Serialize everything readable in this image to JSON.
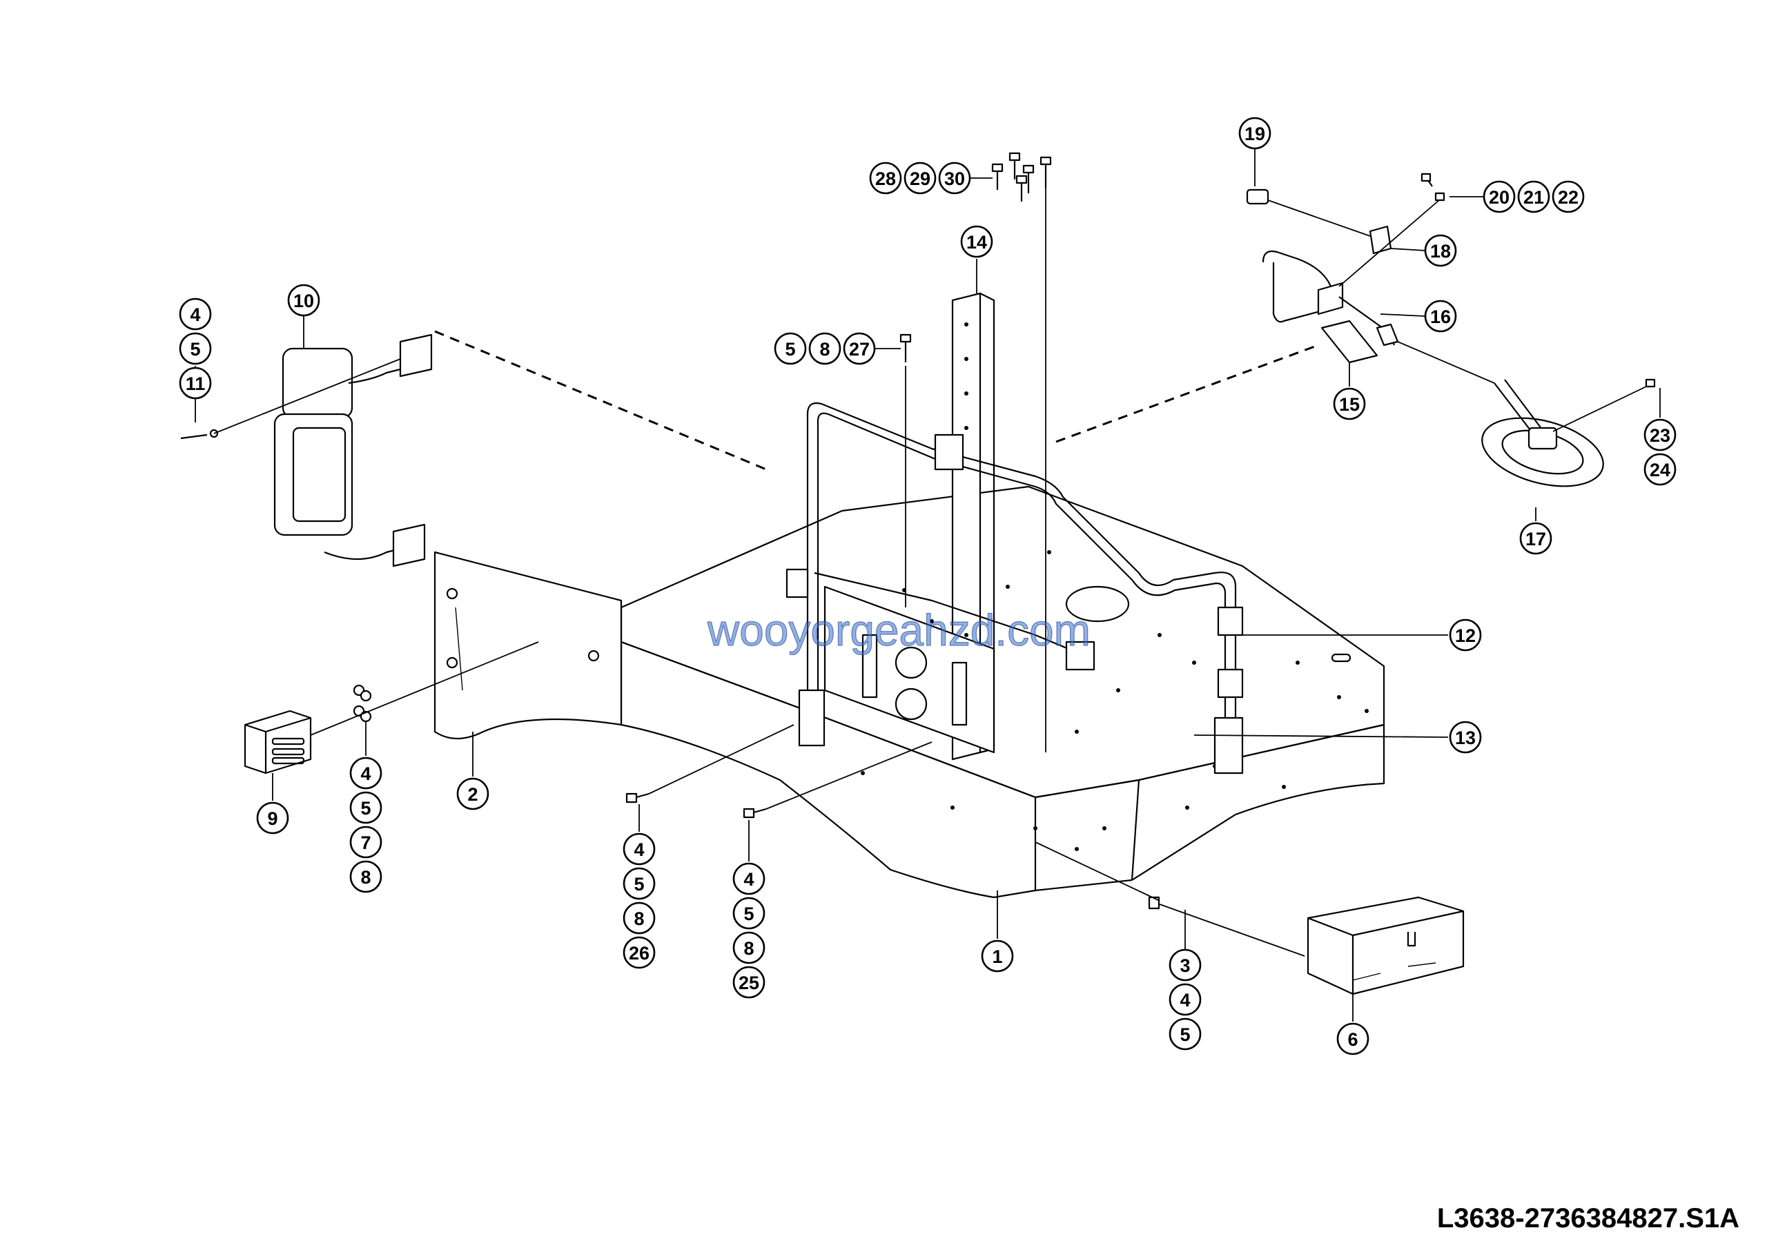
{
  "drawing_code": "L3638-2736384827.S1A",
  "watermark": "wooyorgeahzd.com",
  "callouts": [
    {
      "id": "c1",
      "label": "1"
    },
    {
      "id": "c2",
      "label": "2"
    },
    {
      "id": "c3",
      "label": "3"
    },
    {
      "id": "c4a",
      "label": "4"
    },
    {
      "id": "c5a",
      "label": "5"
    },
    {
      "id": "c11",
      "label": "11"
    },
    {
      "id": "c10",
      "label": "10"
    },
    {
      "id": "c4b",
      "label": "4"
    },
    {
      "id": "c5b",
      "label": "5"
    },
    {
      "id": "c7",
      "label": "7"
    },
    {
      "id": "c8b",
      "label": "8"
    },
    {
      "id": "c9",
      "label": "9"
    },
    {
      "id": "c4c",
      "label": "4"
    },
    {
      "id": "c5c",
      "label": "5"
    },
    {
      "id": "c8c",
      "label": "8"
    },
    {
      "id": "c26",
      "label": "26"
    },
    {
      "id": "c4d",
      "label": "4"
    },
    {
      "id": "c5d",
      "label": "5"
    },
    {
      "id": "c8d",
      "label": "8"
    },
    {
      "id": "c25",
      "label": "25"
    },
    {
      "id": "c4e",
      "label": "4"
    },
    {
      "id": "c5e",
      "label": "5"
    },
    {
      "id": "c6",
      "label": "6"
    },
    {
      "id": "c12",
      "label": "12"
    },
    {
      "id": "c13",
      "label": "13"
    },
    {
      "id": "c14",
      "label": "14"
    },
    {
      "id": "c5f",
      "label": "5"
    },
    {
      "id": "c8f",
      "label": "8"
    },
    {
      "id": "c27",
      "label": "27"
    },
    {
      "id": "c28",
      "label": "28"
    },
    {
      "id": "c29",
      "label": "29"
    },
    {
      "id": "c30",
      "label": "30"
    },
    {
      "id": "c19",
      "label": "19"
    },
    {
      "id": "c20",
      "label": "20"
    },
    {
      "id": "c21",
      "label": "21"
    },
    {
      "id": "c22",
      "label": "22"
    },
    {
      "id": "c18",
      "label": "18"
    },
    {
      "id": "c16",
      "label": "16"
    },
    {
      "id": "c15",
      "label": "15"
    },
    {
      "id": "c23",
      "label": "23"
    },
    {
      "id": "c24",
      "label": "24"
    },
    {
      "id": "c17",
      "label": "17"
    }
  ]
}
